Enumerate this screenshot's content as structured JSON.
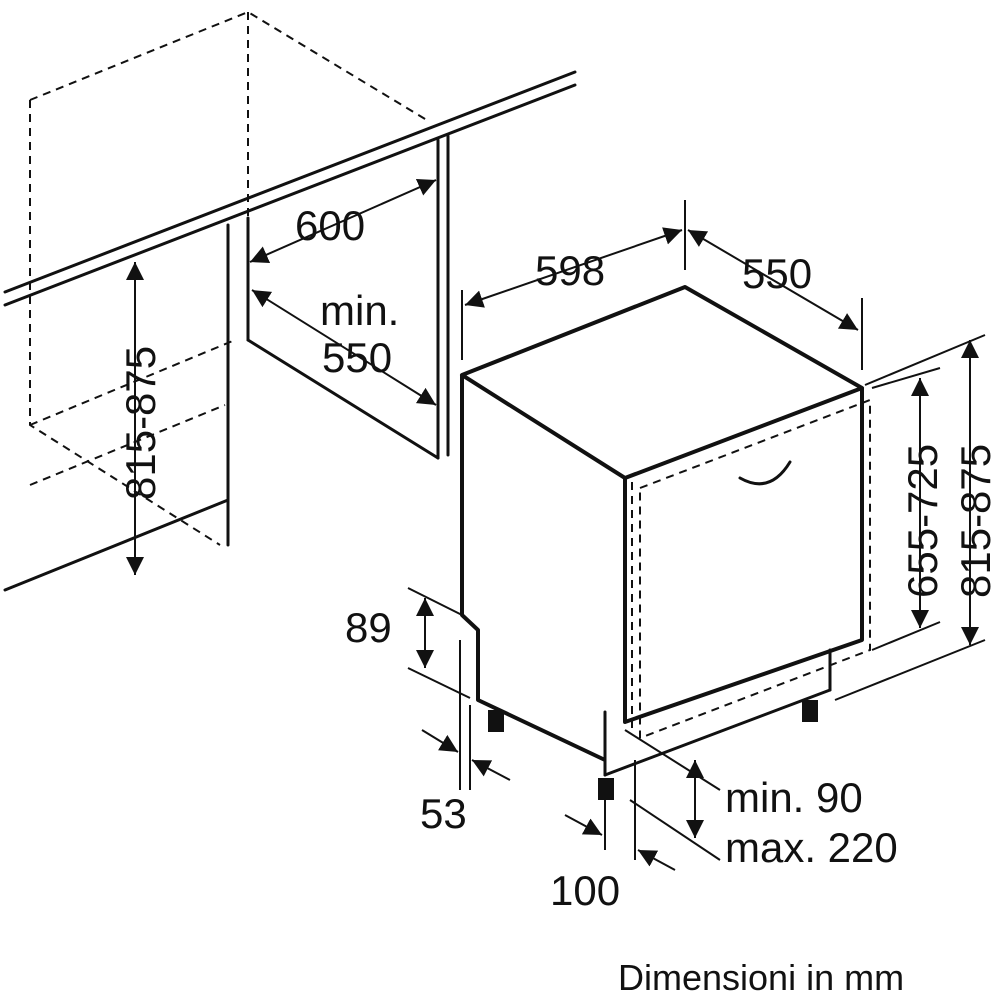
{
  "labels": {
    "niche_width": "600",
    "niche_depth_line1": "min.",
    "niche_depth_line2": "550",
    "niche_height": "815-875",
    "appliance_width": "598",
    "appliance_depth": "550",
    "appliance_height": "815-875",
    "panel_height": "655-725",
    "kick_height": "89",
    "kick_recess": "53",
    "foot_offset": "100",
    "plinth_line1": "min. 90",
    "plinth_line2": "max. 220",
    "caption": "Dimensioni in mm"
  }
}
